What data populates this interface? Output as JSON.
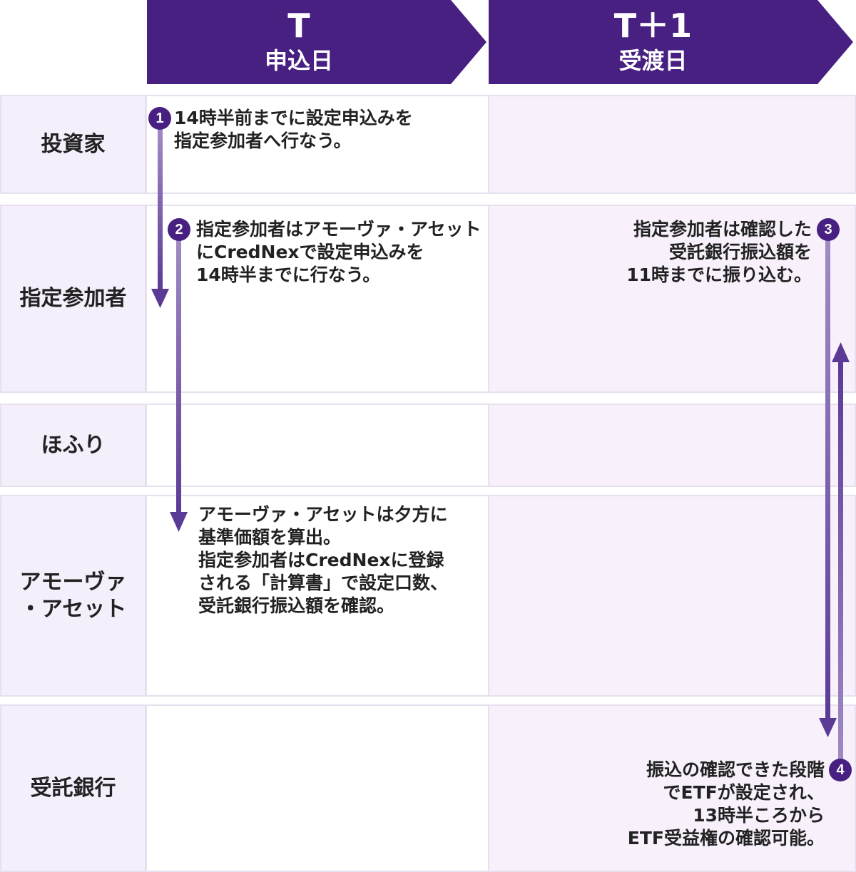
{
  "header": {
    "col_t": {
      "big": "T",
      "small": "申込日"
    },
    "col_t1": {
      "big": "T＋1",
      "small": "受渡日"
    }
  },
  "rows": {
    "investor": "投資家",
    "participant": "指定参加者",
    "hofuri": "ほふり",
    "amova": "アモーヴァ\n・アセット",
    "trust_bank": "受託銀行"
  },
  "steps": {
    "s1": {
      "num": "1",
      "text": "14時半前までに設定申込みを\n指定参加者へ行なう。"
    },
    "s2": {
      "num": "2",
      "text": "指定参加者はアモーヴァ・アセット\nにCredNexで設定申込みを\n14時半までに行なう。"
    },
    "s3": {
      "num": "3",
      "text": "指定参加者は確認した\n受託銀行振込額を\n11時までに振り込む。"
    },
    "s4": {
      "num": "4",
      "text": "振込の確認できた段階\nでETFが設定され、\n13時半ころから\nETF受益権の確認可能。"
    },
    "amova_note": "アモーヴァ・アセットは夕方に\n基準価額を算出。\n指定参加者はCredNexに登録\nされる「計算書」で設定口数、\n受託銀行振込額を確認。"
  },
  "colors": {
    "header": "#472082",
    "arrow_dark": "#5b3a96",
    "arrow_light": "#a08cc4"
  }
}
